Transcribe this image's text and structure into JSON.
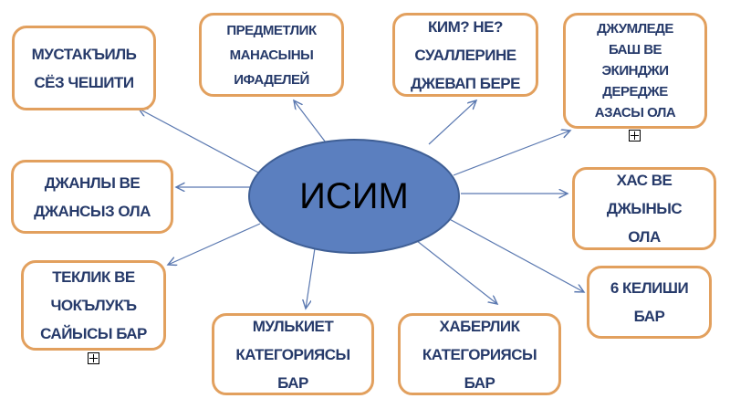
{
  "center": "ИСИМ",
  "boxes": [
    "МУСТАКЪИЛЬ\nСЁЗ ЧЕШИТИ",
    "ПРЕДМЕТЛИК\nМАНАСЫНЫ\nИФАДЕЛЕЙ",
    "КИМ? НЕ?\nСУАЛЛЕРИНЕ\nДЖЕВАП БЕРЕ",
    "ДЖУМЛЕДЕ\nБАШ ВЕ\nЭКИНДЖИ\nДЕРЕДЖЕ\nАЗАСЫ ОЛА",
    "ДЖАНЛЫ ВЕ\nДЖАНСЫЗ ОЛА",
    "ХАС ВЕ\nДЖЫНЫС\nОЛА",
    "ТЕКЛИК ВЕ\nЧОКЪЛУКЪ\nСАЙЫСЫ БАР",
    "6 КЕЛИШИ\nБАР",
    "МУЛЬКИЕТ\nКАТЕГОРИЯСЫ\nБАР",
    "ХАБЕРЛИК\nКАТЕГОРИЯСЫ\nБАР"
  ],
  "colors": {
    "ellipse": "#5b7fbf",
    "border": "#e2a05e",
    "text": "#263a6a",
    "arrow": "#5a78b0"
  }
}
